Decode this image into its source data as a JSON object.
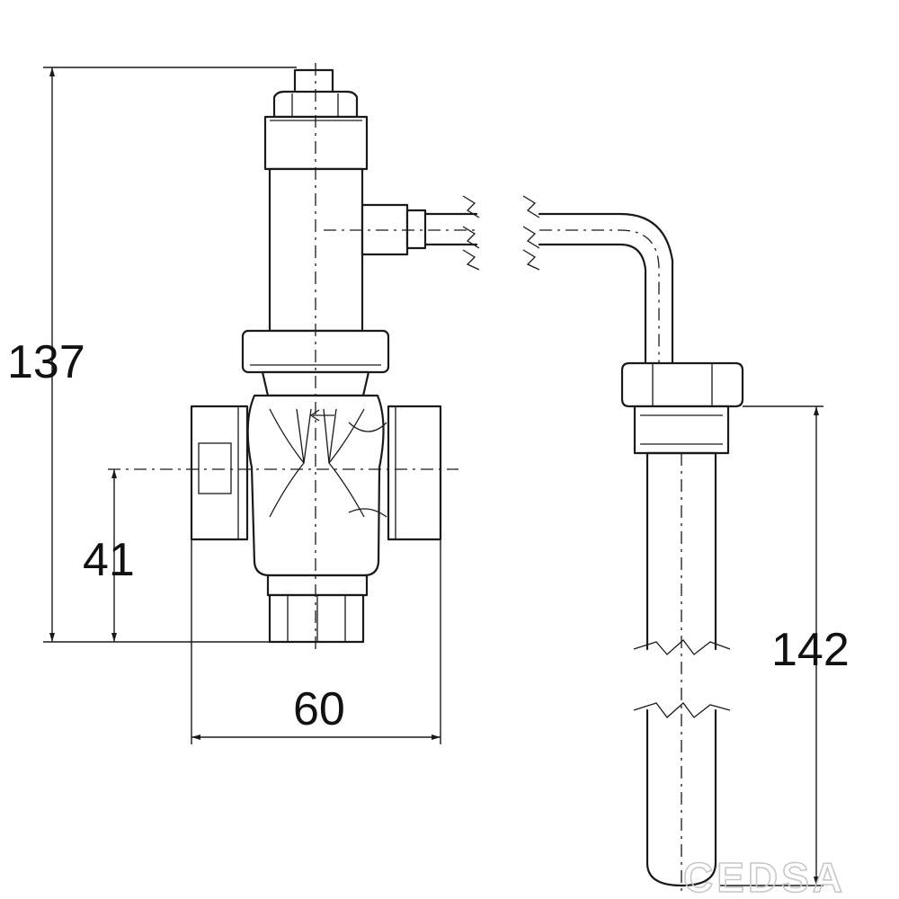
{
  "dimensions": {
    "total_height": "137",
    "center_height": "41",
    "body_width": "60",
    "probe_length": "142"
  },
  "watermark": "CEDSA",
  "colors": {
    "line": "#1a1a1a",
    "background": "#ffffff",
    "watermark": "#c8c8c8"
  }
}
